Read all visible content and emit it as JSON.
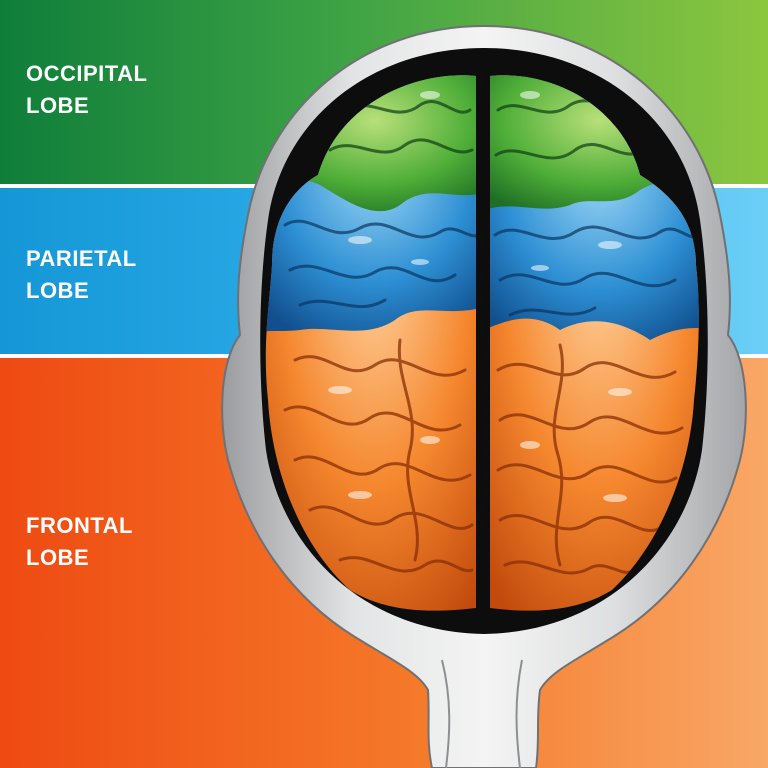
{
  "lobes": [
    {
      "id": "occipital",
      "line1": "OCCIPITAL",
      "line2": "LOBE",
      "color": "#3a9a3f"
    },
    {
      "id": "parietal",
      "line1": "PARIETAL",
      "line2": "LOBE",
      "color": "#2fa6e0"
    },
    {
      "id": "frontal",
      "line1": "FRONTAL",
      "line2": "LOBE",
      "color": "#f26a21"
    }
  ],
  "colors": {
    "occipital_lobe": "#5db43a",
    "parietal_lobe": "#2f8fd4",
    "frontal_lobe": "#f07a23",
    "skull": "#c7c9cb",
    "brain_cavity": "#111111"
  }
}
